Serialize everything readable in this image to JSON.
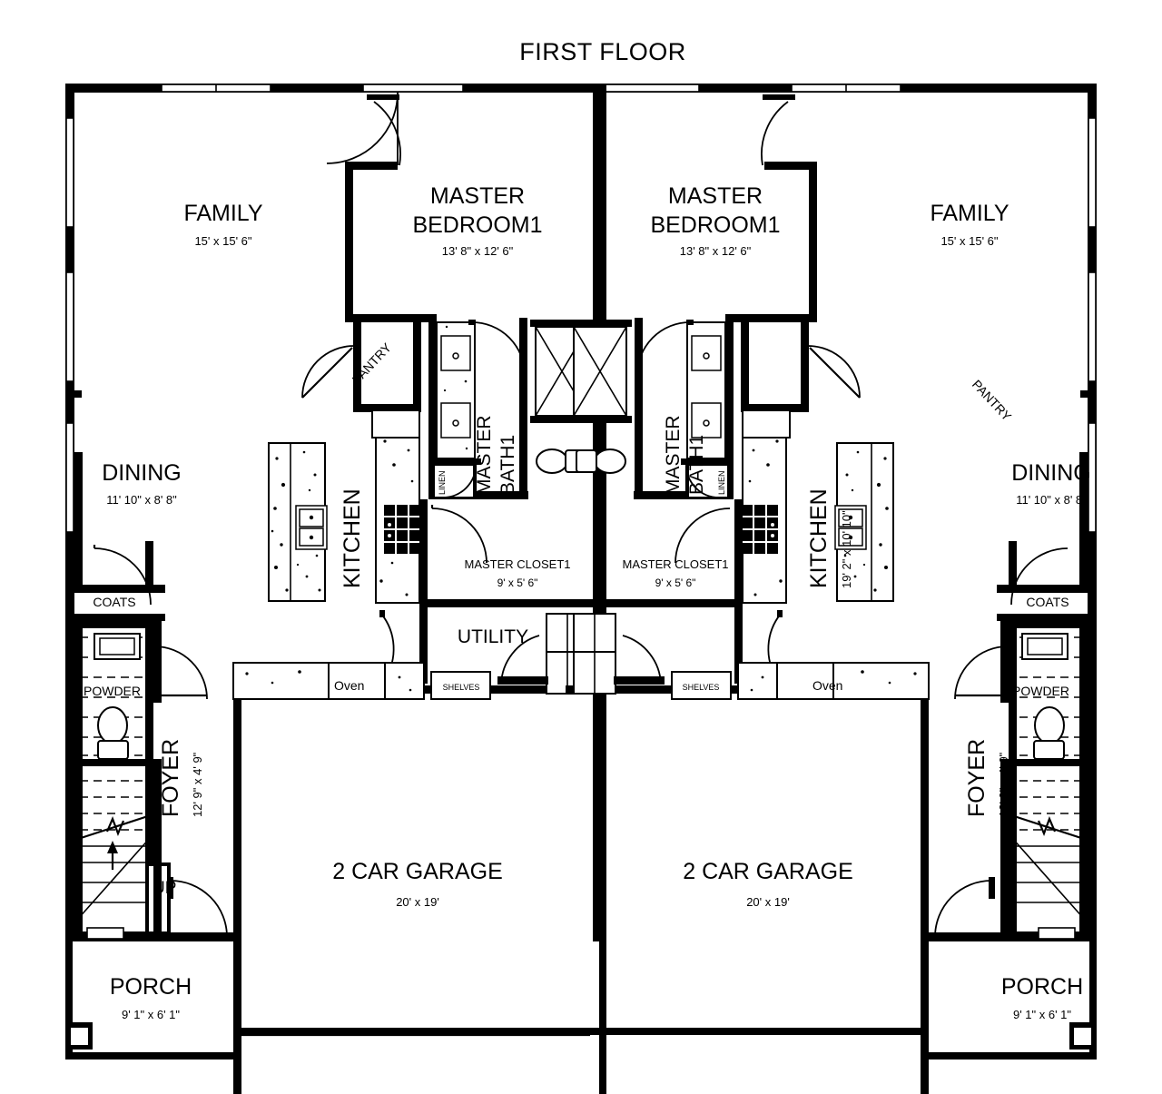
{
  "title": "FIRST FLOOR",
  "plan": {
    "type": "architectural-floor-plan",
    "style": "duplex, mirrored left/right units",
    "units": 2
  },
  "rooms": {
    "family": {
      "name": "FAMILY",
      "dim": "15' x 15' 6\""
    },
    "master_bedroom": {
      "name_line1": "MASTER",
      "name_line2": "BEDROOM1",
      "dim": "13' 8\" x 12' 6\""
    },
    "dining": {
      "name": "DINING",
      "dim": "11' 10\" x 8' 8\""
    },
    "kitchen": {
      "name": "KITCHEN",
      "dim": "19' 2\" x 10' 10\""
    },
    "master_bath": {
      "name_line1": "MASTER",
      "name_line2": "BATH1"
    },
    "master_closet": {
      "name": "MASTER CLOSET1",
      "dim": "9' x 5' 6\""
    },
    "pantry": {
      "name": "PANTRY"
    },
    "linen": {
      "name": "LINEN"
    },
    "coats": {
      "name": "COATS"
    },
    "powder": {
      "name": "POWDER"
    },
    "foyer": {
      "name": "FOYER",
      "dim": "12' 9\" x 4' 9\""
    },
    "utility": {
      "name": "UTILITY"
    },
    "garage": {
      "name": "2 CAR GARAGE",
      "dim": "20' x 19'"
    },
    "porch": {
      "name": "PORCH",
      "dim": "9' 1\" x 6' 1\""
    },
    "oven": {
      "name": "Oven"
    },
    "shelves": {
      "name": "SHELVES"
    },
    "stairs": {
      "name": "UP"
    }
  },
  "colors": {
    "ink": "#000000",
    "paper": "#ffffff"
  }
}
